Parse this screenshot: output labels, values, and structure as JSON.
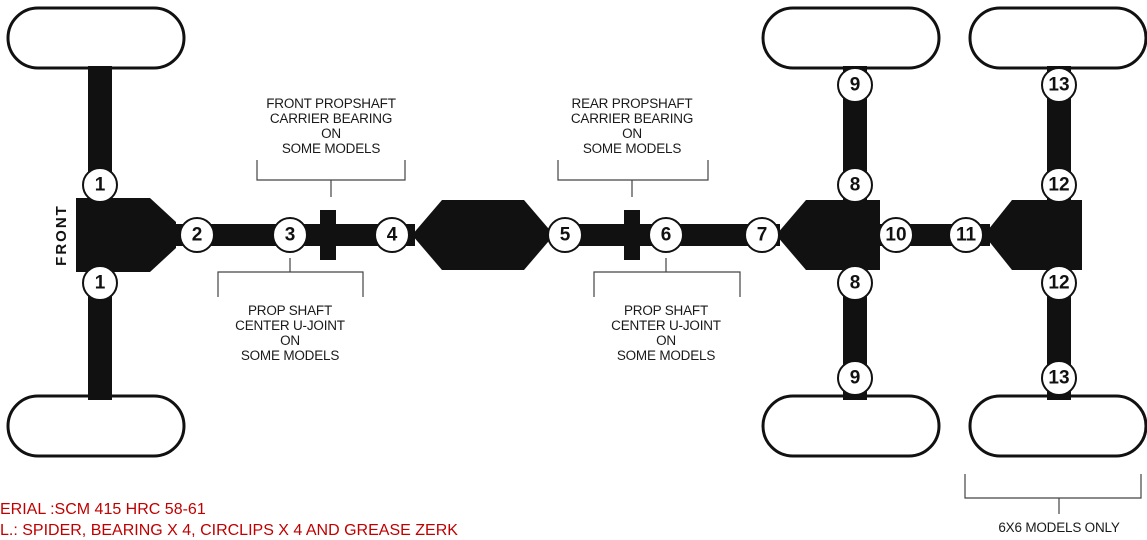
{
  "front_label": "FRONT",
  "annotations": {
    "front_carrier_bearing": [
      "FRONT PROPSHAFT",
      "CARRIER BEARING",
      "ON",
      "SOME MODELS"
    ],
    "rear_carrier_bearing": [
      "REAR PROPSHAFT",
      "CARRIER BEARING",
      "ON",
      "SOME MODELS"
    ],
    "front_center_ujoint": [
      "PROP SHAFT",
      "CENTER U-JOINT",
      "ON",
      "SOME MODELS"
    ],
    "rear_center_ujoint": [
      "PROP SHAFT",
      "CENTER U-JOINT",
      "ON",
      "SOME MODELS"
    ],
    "six_by_six": "6X6 MODELS ONLY"
  },
  "joint_numbers": [
    "1",
    "2",
    "3",
    "4",
    "5",
    "6",
    "7",
    "8",
    "9",
    "10",
    "11",
    "12",
    "13"
  ],
  "notes": {
    "material": "ERIAL :SCM 415 HRC 58-61",
    "contents": "L.: SPIDER, BEARING X 4, CIRCLIPS X 4 AND GREASE ZERK"
  },
  "colors": {
    "drivetrain": "#111111",
    "note_text": "#c00000"
  }
}
